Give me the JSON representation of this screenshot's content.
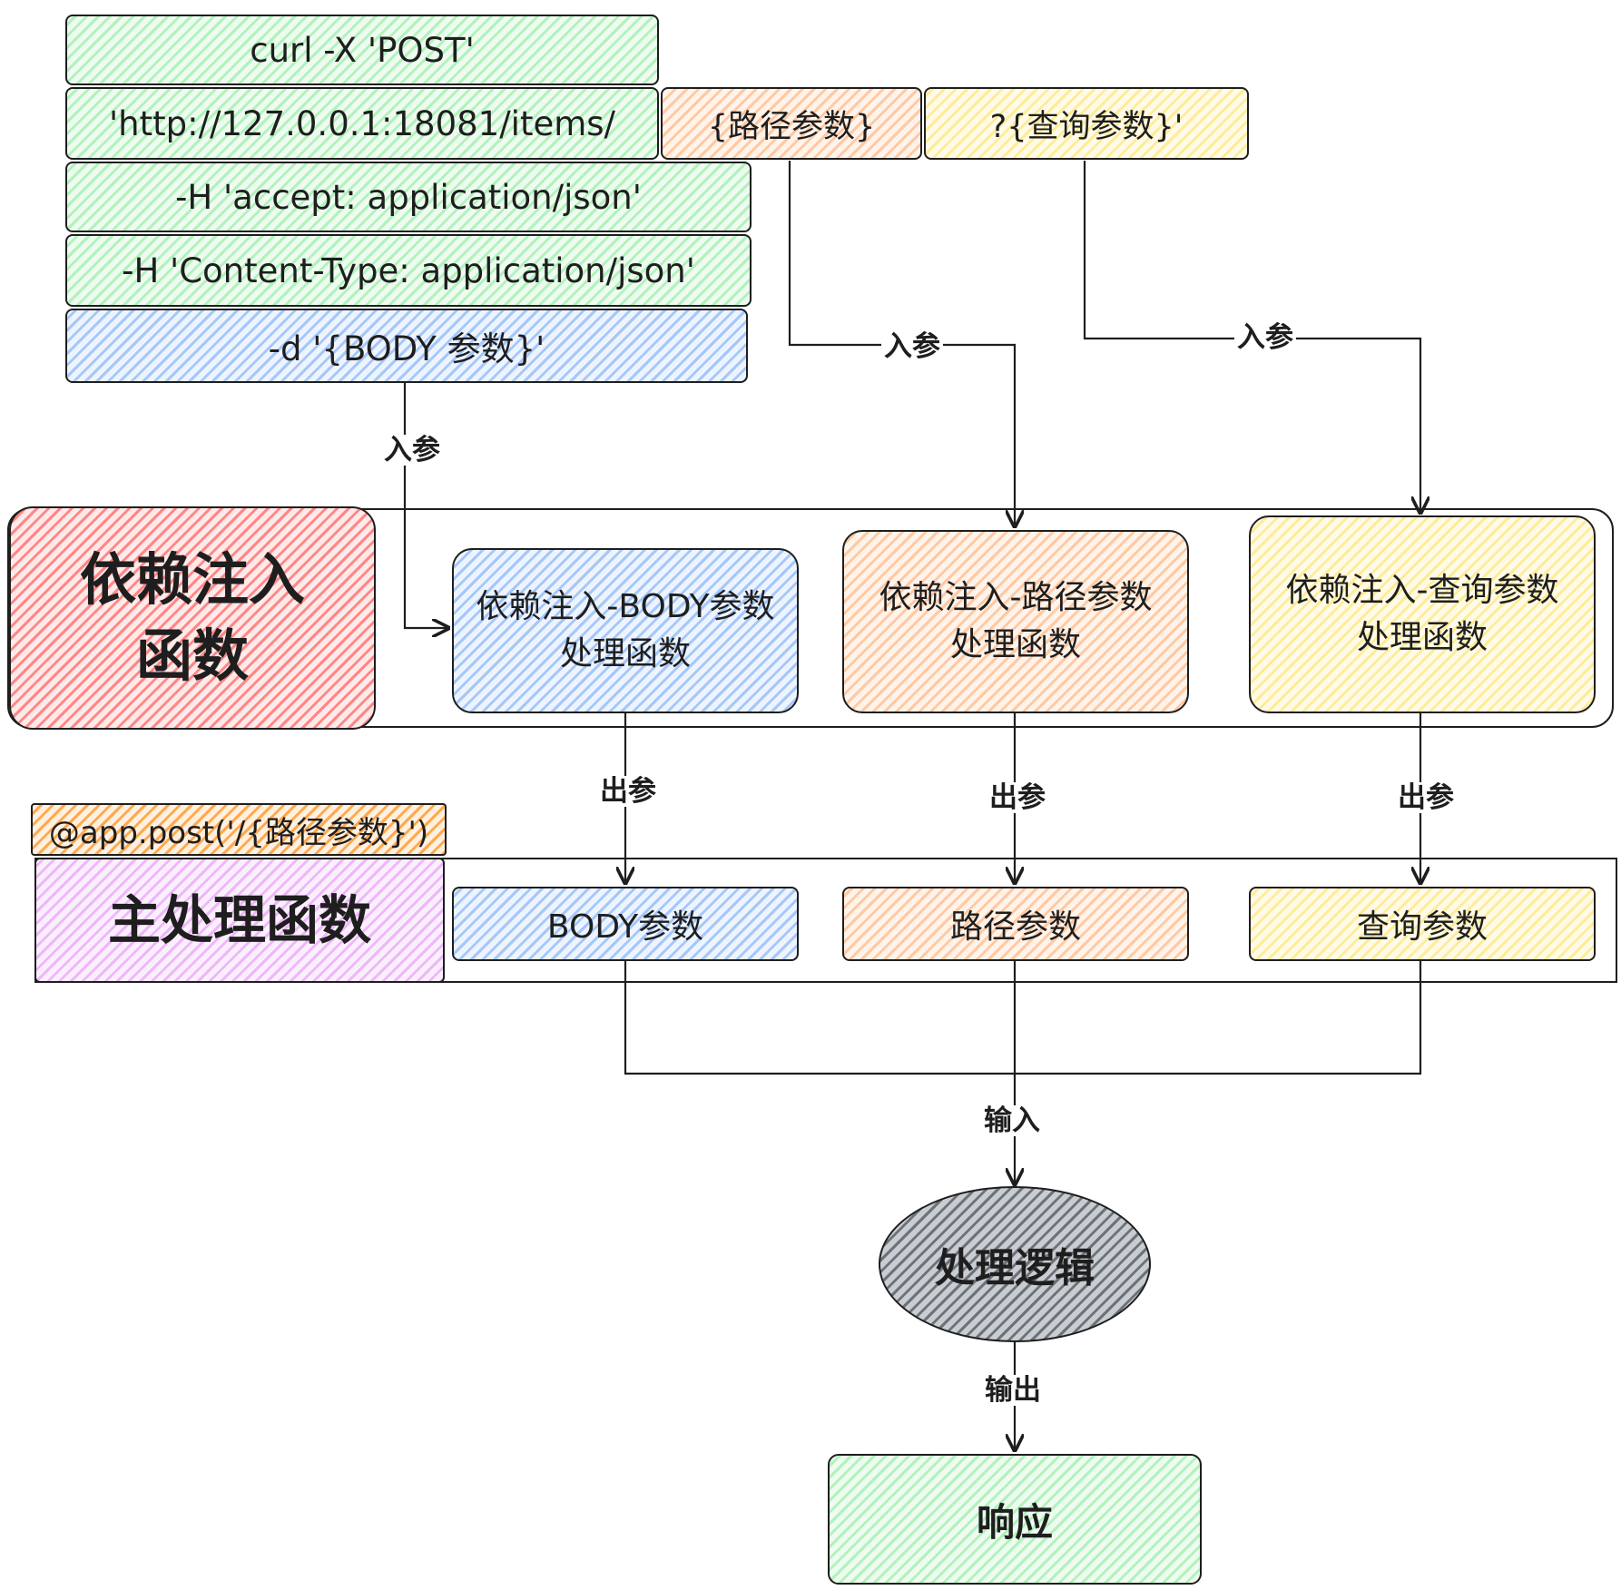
{
  "curl": {
    "line1": "curl -X 'POST'",
    "line2": "'http://127.0.0.1:18081/items/",
    "path_param": "{路径参数}",
    "query_param": "?{查询参数}'",
    "line3": "-H 'accept: application/json'",
    "line4": "-H 'Content-Type: application/json'",
    "line5": "-d '{BODY 参数}'"
  },
  "edges": {
    "in_param": "入参",
    "out_param": "出参",
    "input": "输入",
    "output": "输出"
  },
  "dependency_injection": {
    "title_line1": "依赖注入",
    "title_line2": "函数",
    "body_line1": "依赖注入-BODY参数",
    "body_line2": "处理函数",
    "path_line1": "依赖注入-路径参数",
    "path_line2": "处理函数",
    "query_line1": "依赖注入-查询参数",
    "query_line2": "处理函数"
  },
  "main_handler": {
    "decorator": "@app.post('/{路径参数}')",
    "title": "主处理函数",
    "body_param": "BODY参数",
    "path_param": "路径参数",
    "query_param": "查询参数"
  },
  "logic": {
    "label": "处理逻辑"
  },
  "response": {
    "label": "响应"
  },
  "colors": {
    "green": "#b2f2bb",
    "blue": "#a5c8f8",
    "orange": "#ffc9a3",
    "yellow": "#ffec99",
    "red": "#ff8787",
    "purple": "#eeb8f8",
    "gray": "#868e96",
    "stroke": "#1e1e1e"
  }
}
